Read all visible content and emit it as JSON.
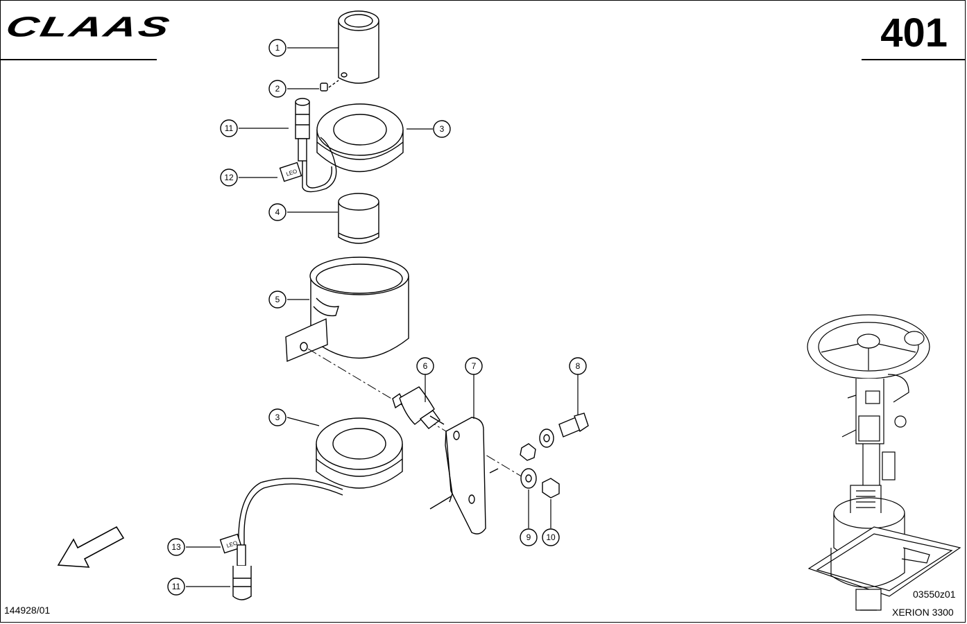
{
  "header": {
    "brand": "CLAAS",
    "page_number": "401"
  },
  "footer": {
    "drawing_number": "144928/01",
    "figure_code": "03550z01",
    "model": "XERION 3300"
  },
  "callouts": [
    {
      "id": "c1",
      "label": "1"
    },
    {
      "id": "c2",
      "label": "2"
    },
    {
      "id": "c3a",
      "label": "3"
    },
    {
      "id": "c11a",
      "label": "11"
    },
    {
      "id": "c12",
      "label": "12"
    },
    {
      "id": "c4",
      "label": "4"
    },
    {
      "id": "c5",
      "label": "5"
    },
    {
      "id": "c6",
      "label": "6"
    },
    {
      "id": "c7",
      "label": "7"
    },
    {
      "id": "c8",
      "label": "8"
    },
    {
      "id": "c3b",
      "label": "3"
    },
    {
      "id": "c9",
      "label": "9"
    },
    {
      "id": "c10",
      "label": "10"
    },
    {
      "id": "c13",
      "label": "13"
    },
    {
      "id": "c11b",
      "label": "11"
    }
  ],
  "tag_text": "LEO",
  "colors": {
    "line": "#000000",
    "background": "#ffffff"
  }
}
